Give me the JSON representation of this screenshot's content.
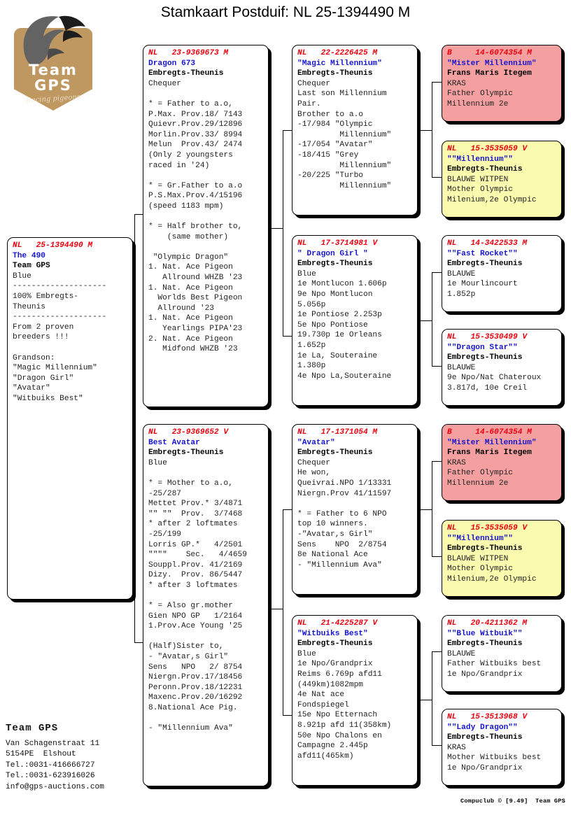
{
  "title": "Stamkaart Postduif: NL  25-1394490 M",
  "logo": {
    "line1": "Team",
    "line2": "GPS",
    "tagline": "Racing pigeons",
    "icon": "pigeon-icon"
  },
  "colors": {
    "id_red": "#e8000d",
    "name_blue": "#1515d0",
    "pink_box": "#f5a0a0",
    "yellow_box": "#fbfbb0",
    "logo_gold": "#bf9760"
  },
  "boxes": {
    "subject": {
      "id": "NL   25-1394490 M",
      "name": "The 490",
      "owner": "Team GPS",
      "lines": [
        "Blue",
        "--------------------",
        "100% Embregts-",
        "Theunis",
        "--------------------",
        "From 2 proven",
        "breeders !!!",
        "",
        "Grandson:",
        "\"Magic Millennium\"",
        "\"Dragon Girl\"",
        "\"Avatar\"",
        "\"Witbuiks Best\""
      ]
    },
    "father": {
      "id": "NL   23-9369673 M",
      "name": "Dragon 673",
      "owner": "Embregts-Theunis",
      "lines": [
        "Chequer",
        "",
        "* = Father to a.o,",
        "P.Max. Prov.18/ 7143",
        "Quievr.Prov.29/12896",
        "Morlin.Prov.33/ 8994",
        "Melun  Prov.43/ 2474",
        "(Only 2 youngsters",
        "raced in '24)",
        "",
        "* = Gr.Father to a.o",
        "P.S.Max.Prov.4/15196",
        "(speed 1183 mpm)",
        "",
        "* = Half brother to,",
        "    (same mother)",
        "",
        " \"Olympic Dragon\"",
        "1. Nat. Ace Pigeon",
        "   Allround WHZB '23",
        "1. Nat. Ace Pigeon",
        "  Worlds Best Pigeon",
        "  Allround '23",
        "1. Nat. Ace Pigeon",
        "   Yearlings PIPA'23",
        "2. Nat. Ace Pigeon",
        "   Midfond WHZB '23"
      ]
    },
    "mother": {
      "id": "NL   23-9369652 V",
      "name": "Best Avatar",
      "owner": "Embregts-Theunis",
      "lines": [
        "Blue",
        "",
        "* = Mother to a.o,",
        "-25/287",
        "Mettet Prov.* 3/4871",
        "\"\" \"\"  Prov.  3/7468",
        "* after 2 loftmates",
        "-25/199",
        "Lorris GP.*   4/2501",
        "\"\"\"\"    Sec.   4/4659",
        "Souppl.Prov. 41/2169",
        "Dizy.  Prov. 86/5447",
        "* after 3 loftmates",
        "",
        "* = Also gr.mother",
        "Gien NPO GP   1/2164",
        "1.Prov.Ace Young '25",
        "",
        "(Half)Sister to,",
        "- \"Avatar,s Girl\"",
        "Sens   NPO   2/ 8754",
        "Niergn.Prov.17/18456",
        "Peronn.Prov.18/12231",
        "Maxenc.Prov.20/16292",
        "8.National Ace Pig.",
        "",
        "- \"Millennium Ava\""
      ]
    },
    "ff": {
      "id": "NL   22-2226425 M",
      "name": "\"Magic Millennium\"",
      "owner": "Embregts-Theunis",
      "lines": [
        "Chequer",
        "Last son Millennium",
        "Pair.",
        "Brother to a.o",
        "-17/984 \"Olympic",
        "         Millennium\"",
        "-17/054 \"Avatar\"",
        "-18/415 \"Grey",
        "         Millennium\"",
        "-20/225 \"Turbo",
        "         Millennium\""
      ]
    },
    "fm": {
      "id": "NL   17-3714981 V",
      "name": "\" Dragon Girl \"",
      "owner": "Embregts-Theunis",
      "lines": [
        "Blue",
        "1e Montlucon 1.606p",
        "9e Npo Montlucon",
        "5.056p",
        "1e Pontiose 2.253p",
        "5e Npo Pontiose",
        "19.730p 1e Orleans",
        "1.652p",
        "1e La, Souteraine",
        "1.380p",
        "4e Npo La,Souteraine"
      ]
    },
    "mf": {
      "id": "NL   17-1371054 M",
      "name": "\"Avatar\"",
      "owner": "Embregts-Theunis",
      "lines": [
        "Chequer",
        "He won,",
        "Queivrai.NPO 1/13331",
        "Niergn.Prov 41/11597",
        "",
        "* = Father to 6 NPO",
        "top 10 winners.",
        "-\"Avatar,s Girl\"",
        "Sens    NPO  2/8754",
        "8e National Ace",
        "- \"Millennium Ava\""
      ]
    },
    "mm": {
      "id": "NL   21-4225287 V",
      "name": "\"Witbuiks Best\"",
      "owner": "Embregts-Theunis",
      "lines": [
        "Blue",
        "1e Npo/Grandprix",
        "Reims 6.769p afd11",
        "(449km)1082mpm",
        "4e Nat ace",
        "Fondspiegel",
        "15e Npo Etternach",
        "8.921p afd 11(358km)",
        "50e Npo Chalons en",
        "Campagne 2.445p",
        "afd11(465km)"
      ]
    },
    "fff": {
      "id": "B     14-6074354 M",
      "name": "\"Mister Millennium\"",
      "owner": "Frans Maris Itegem",
      "lines": [
        "KRAS",
        "Father Olympic",
        "Millennium 2e"
      ]
    },
    "ffm": {
      "id": "NL   15-3535059 V",
      "name": "\"\"Millennium\"\"",
      "owner": "Embregts-Theunis",
      "lines": [
        "BLAUWE WITPEN",
        "Mother Olympic",
        "Milenium,2e Olympic"
      ]
    },
    "fmf": {
      "id": "NL   14-3422533 M",
      "name": "\"\"Fast Rocket\"\"",
      "owner": "Embregts-Theunis",
      "lines": [
        "BLAUWE",
        "1e Mourlincourt",
        "1.852p"
      ]
    },
    "fmm": {
      "id": "NL   15-3530499 V",
      "name": "\"\"Dragon Star\"\"",
      "owner": "Embregts-Theunis",
      "lines": [
        "BLAUWE",
        "9e Npo/Nat Chateroux",
        "3.817d, 10e Creil"
      ]
    },
    "mff": {
      "id": "B     14-6074354 M",
      "name": "\"Mister Millennium\"",
      "owner": "Frans Maris Itegem",
      "lines": [
        "KRAS",
        "Father Olympic",
        "Millennium 2e"
      ]
    },
    "mfm": {
      "id": "NL   15-3535059 V",
      "name": "\"\"Millennium\"\"",
      "owner": "Embregts-Theunis",
      "lines": [
        "BLAUWE WITPEN",
        "Mother Olympic",
        "Milenium,2e Olympic"
      ]
    },
    "mmf": {
      "id": "NL   20-4211362 M",
      "name": "\"\"Blue Witbuik\"\"",
      "owner": "Embregts-Theunis",
      "lines": [
        "BLAUWE",
        "Father Witbuiks best",
        "1e Npo/Grandprix"
      ]
    },
    "mmm": {
      "id": "NL   15-3513968 V",
      "name": "\"\"Lady Dragon\"\"",
      "owner": "Embregts-Theunis",
      "lines": [
        "KRAS",
        "Mother Witbuiks best",
        "1e Npo/Grandprix"
      ]
    }
  },
  "footer": {
    "title": "Team GPS",
    "address1": "Van Schagenstraat 11",
    "address2": "5154PE  Elshout",
    "tel1": "Tel.:0031-416666727",
    "tel2": "Tel.:0031-623916026",
    "email": "info@gps-auctions.com"
  },
  "credit": "Compuclub © [9.49]  Team GPS"
}
